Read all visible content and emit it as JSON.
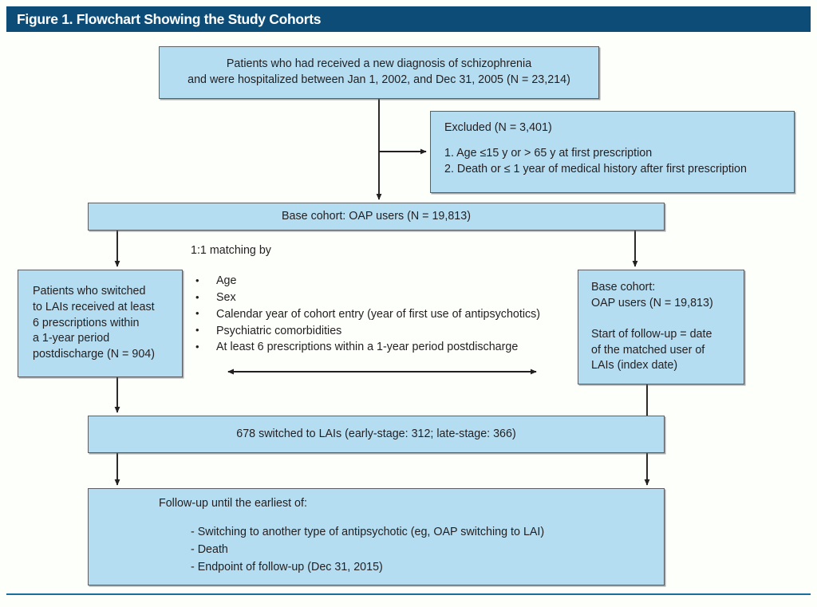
{
  "header": {
    "title": "Figure 1. Flowchart Showing the Study Cohorts"
  },
  "colors": {
    "header_bg": "#0d4c77",
    "box_fill": "#b5ddf1",
    "box_border": "#5c5f63",
    "page_bg": "#fdfffb",
    "rule": "#1b6e9c",
    "text": "#231f20"
  },
  "boxes": {
    "source": {
      "lines": [
        "Patients who had received a new diagnosis of schizophrenia",
        "and were hospitalized between Jan 1, 2002, and Dec 31, 2005 (N = 23,214)"
      ]
    },
    "excluded": {
      "heading": "Excluded (N = 3,401)",
      "items": [
        "1. Age ≤15 y or > 65 y at first prescription",
        "2. Death or ≤ 1 year of medical history after first prescription"
      ]
    },
    "base_cohort": {
      "label": "Base cohort: OAP users (N = 19,813)"
    },
    "lai_cohort": {
      "lines": [
        "Patients who switched",
        "to LAIs received at least",
        "6 prescriptions within",
        "a 1-year period",
        "postdischarge (N = 904)"
      ]
    },
    "oap_cohort": {
      "lines": [
        "Base cohort:",
        "OAP users (N = 19,813)",
        "",
        "Start of follow-up = date",
        "of the matched user of",
        "LAIs (index date)"
      ]
    },
    "switched": {
      "label": "678 switched to LAIs (early-stage: 312; late-stage: 366)"
    },
    "followup": {
      "heading": "Follow-up until the earliest of:",
      "items": [
        "- Switching to another type of antipsychotic (eg, OAP switching to LAI)",
        "- Death",
        "- Endpoint of follow-up (Dec 31, 2015)"
      ]
    }
  },
  "matching": {
    "title": "1:1 matching by",
    "bullet_glyph": "•",
    "criteria": [
      "Age",
      "Sex",
      "Calendar year of cohort entry (year of first use of antipsychotics)",
      "Psychiatric comorbidities",
      "At least 6 prescriptions within a 1-year period postdischarge"
    ]
  }
}
